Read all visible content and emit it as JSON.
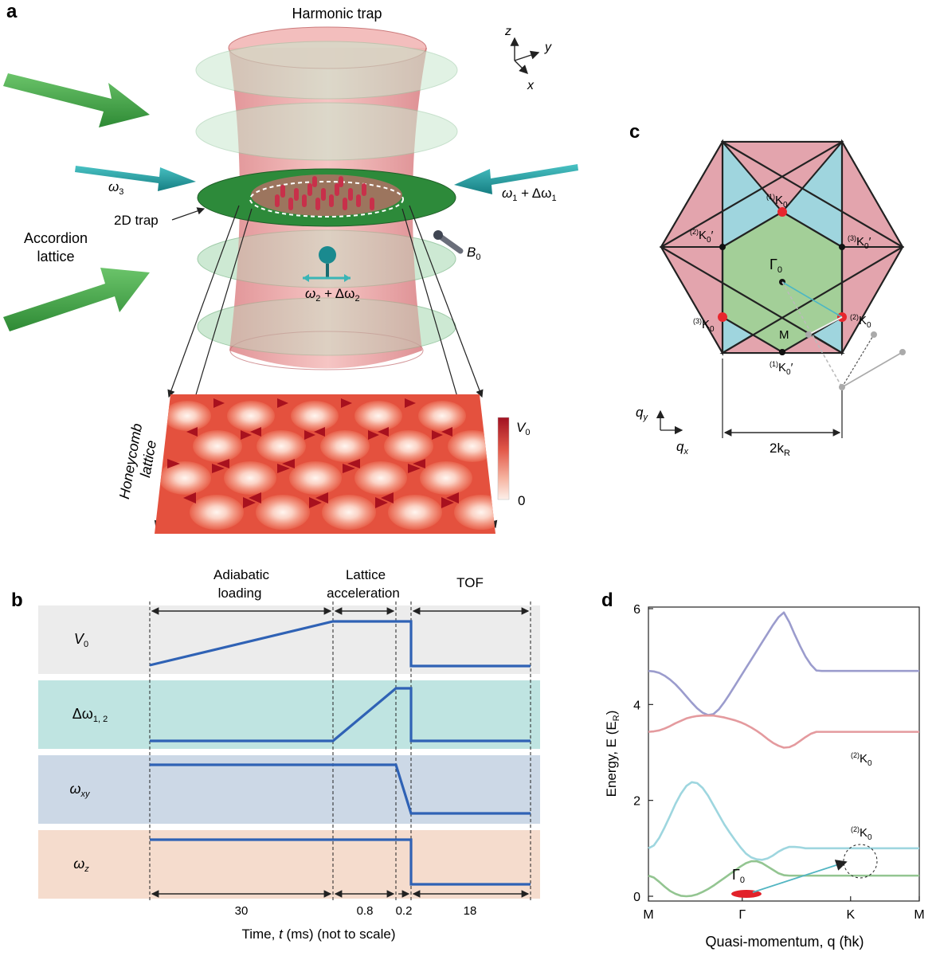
{
  "panel_a": {
    "letter": "a",
    "harmonic_trap": "Harmonic trap",
    "two_d_trap": "2D trap",
    "accordion_line1": "Accordion",
    "accordion_line2": "lattice",
    "omega3": "ω",
    "omega3_sub": "3",
    "omega1": "ω",
    "omega1_sub": "1",
    "omega1_rest": " + Δω",
    "omega1_rest_sub": "1",
    "omega2": "ω",
    "omega2_sub": "2",
    "omega2_rest": " + Δω",
    "omega2_rest_sub": "2",
    "b0": "B",
    "b0_sub": "0",
    "axis_z": "z",
    "axis_y": "y",
    "axis_x": "x",
    "honeycomb_line1": "Honeycomb",
    "honeycomb_line2": "lattice",
    "colorbar_max": "V",
    "colorbar_max_sub": "0",
    "colorbar_min": "0"
  },
  "panel_b": {
    "letter": "b",
    "phases": [
      "Adiabatic",
      "loading",
      "Lattice",
      "acceleration",
      "TOF"
    ],
    "rows": [
      {
        "label": "V",
        "sub": "0",
        "color": "#ececec"
      },
      {
        "label": "Δω",
        "sub": "1, 2",
        "color": "#bfe4e1"
      },
      {
        "label": "ω",
        "sub": "xy",
        "color": "#ccd8e6"
      },
      {
        "label": "ω",
        "sub": "z",
        "color": "#f5dccd"
      }
    ],
    "durations": [
      "30",
      "0.8",
      "0.2",
      "18"
    ],
    "xlabel_pre": "Time, ",
    "xlabel_t": "t",
    "xlabel_post": " (ms) (not to scale)"
  },
  "panel_c": {
    "letter": "c",
    "gamma": "Γ",
    "gamma_sub": "0",
    "m_label": "M",
    "k_labels": [
      {
        "pre": "(1)",
        "main": "K",
        "sub": "0",
        "prime": ""
      },
      {
        "pre": "(2)",
        "main": "K",
        "sub": "0",
        "prime": "′"
      },
      {
        "pre": "(3)",
        "main": "K",
        "sub": "0",
        "prime": "′"
      },
      {
        "pre": "(3)",
        "main": "K",
        "sub": "0",
        "prime": ""
      },
      {
        "pre": "(2)",
        "main": "K",
        "sub": "0",
        "prime": ""
      },
      {
        "pre": "(1)",
        "main": "K",
        "sub": "0",
        "prime": "′"
      }
    ],
    "qy": "q",
    "qy_sub": "y",
    "qx": "q",
    "qx_sub": "x",
    "width_label": "2k",
    "width_sub": "R"
  },
  "panel_d": {
    "letter": "d",
    "ylabel": "Energy, E (E",
    "ylabel_sub": "R",
    "ylabel_end": ")",
    "xlabel": "Quasi-momentum, q (ħk)",
    "annot_k1_pre": "(2)",
    "annot_k1": "K",
    "annot_k1_sub": "0",
    "annot_k2_pre": "(2)",
    "annot_k2": "K",
    "annot_k2_sub": "0",
    "annot_gamma": "Γ",
    "annot_gamma_sub": "0"
  },
  "chart_data": {
    "type": "line",
    "xlabel": "Quasi-momentum, q (ħk)",
    "ylabel": "Energy, E (E_R)",
    "x_ticks": [
      "M",
      "Γ",
      "K",
      "M"
    ],
    "x": [
      0,
      0.5,
      1,
      1.5,
      2,
      2.5,
      3,
      3.5,
      4,
      4.5,
      5,
      5.5,
      6,
      6.5,
      7,
      7.5,
      8,
      8.5,
      9,
      9.5,
      10,
      10.5,
      11,
      11.5,
      12,
      12.5,
      13,
      13.5,
      14,
      14.5,
      15,
      15.5,
      16,
      16.5,
      17,
      17.5,
      18,
      18.5,
      19,
      19.5,
      20,
      20.5,
      21,
      21.5,
      22,
      22.5,
      23,
      23.5,
      24,
      24.5,
      25
    ],
    "x_tick_positions": [
      0,
      8.66,
      18.66,
      25
    ],
    "ylim": [
      0,
      6
    ],
    "y_ticks": [
      0,
      2,
      4,
      6
    ],
    "series": [
      {
        "color": "#9b9ccd",
        "values": [
          4.7,
          4.69,
          4.66,
          4.6,
          4.52,
          4.42,
          4.3,
          4.17,
          4.04,
          3.92,
          3.83,
          3.78,
          3.8,
          3.9,
          4.05,
          4.22,
          4.4,
          4.58,
          4.76,
          4.94,
          5.12,
          5.3,
          5.48,
          5.66,
          5.82,
          5.92,
          5.72,
          5.46,
          5.22,
          5.0,
          4.83,
          4.71,
          4.7,
          4.7,
          4.7,
          4.7,
          4.7,
          4.7,
          4.7,
          4.7,
          4.7,
          4.7,
          4.7,
          4.7,
          4.7,
          4.7,
          4.7,
          4.7,
          4.7,
          4.7,
          4.7
        ]
      },
      {
        "color": "#e49a9e",
        "values": [
          3.43,
          3.44,
          3.46,
          3.5,
          3.55,
          3.61,
          3.66,
          3.71,
          3.74,
          3.76,
          3.77,
          3.77,
          3.77,
          3.75,
          3.73,
          3.7,
          3.67,
          3.63,
          3.58,
          3.52,
          3.45,
          3.37,
          3.28,
          3.2,
          3.14,
          3.1,
          3.11,
          3.16,
          3.24,
          3.32,
          3.39,
          3.43,
          3.43,
          3.43,
          3.43,
          3.43,
          3.43,
          3.43,
          3.43,
          3.43,
          3.43,
          3.43,
          3.43,
          3.43,
          3.43,
          3.43,
          3.43,
          3.43,
          3.43,
          3.43,
          3.43
        ]
      },
      {
        "color": "#9ed6df",
        "values": [
          1.0,
          1.06,
          1.22,
          1.44,
          1.68,
          1.93,
          2.14,
          2.3,
          2.38,
          2.36,
          2.26,
          2.1,
          1.9,
          1.7,
          1.5,
          1.33,
          1.17,
          1.02,
          0.89,
          0.81,
          0.77,
          0.76,
          0.79,
          0.85,
          0.93,
          0.99,
          1.03,
          1.03,
          1.02,
          1.0,
          1.0,
          1.0,
          1.0,
          1.0,
          1.0,
          1.0,
          1.0,
          1.0,
          1.0,
          1.0,
          1.0,
          1.0,
          1.0,
          1.0,
          1.0,
          1.0,
          1.0,
          1.0,
          1.0,
          1.0,
          1.0
        ]
      },
      {
        "color": "#93c591",
        "values": [
          0.43,
          0.39,
          0.3,
          0.2,
          0.11,
          0.05,
          0.01,
          0.0,
          0.01,
          0.04,
          0.09,
          0.15,
          0.22,
          0.3,
          0.38,
          0.46,
          0.54,
          0.62,
          0.69,
          0.73,
          0.73,
          0.69,
          0.62,
          0.55,
          0.48,
          0.44,
          0.43,
          0.43,
          0.43,
          0.43,
          0.43,
          0.43,
          0.43,
          0.43,
          0.43,
          0.43,
          0.43,
          0.43,
          0.43,
          0.43,
          0.43,
          0.43,
          0.43,
          0.43,
          0.43,
          0.43,
          0.43,
          0.43,
          0.43,
          0.43,
          0.43
        ]
      }
    ]
  }
}
